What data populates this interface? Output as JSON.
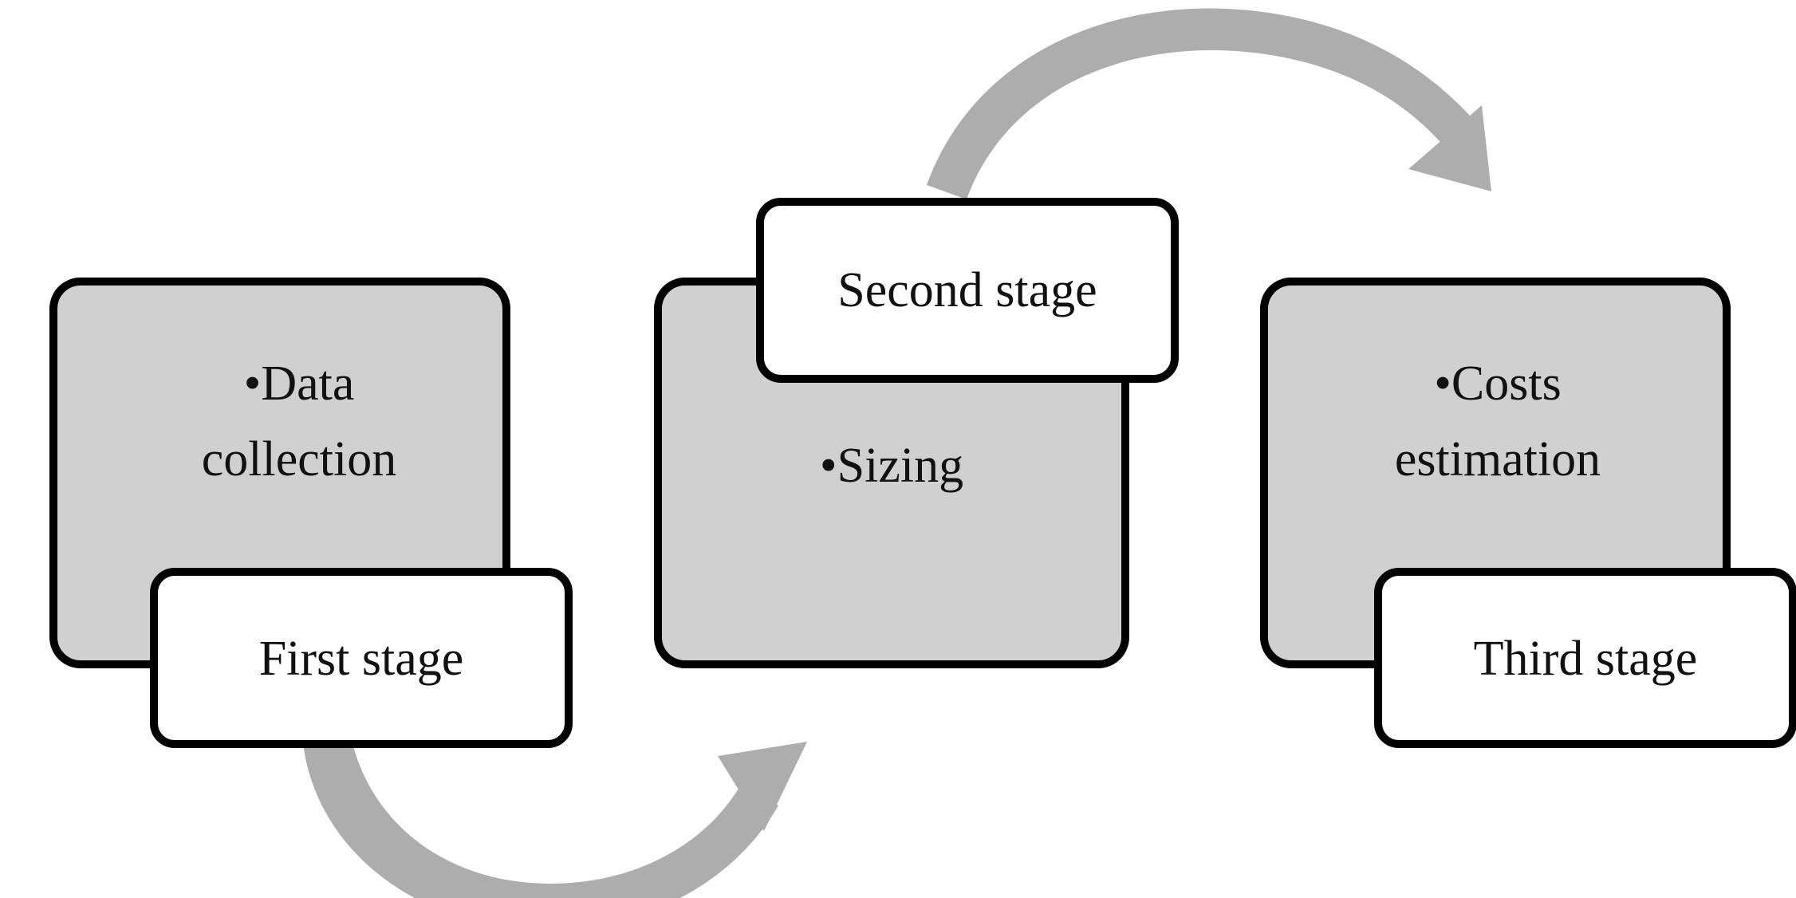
{
  "diagram": {
    "type": "process-flow",
    "title": "",
    "background_color": "#ffffff",
    "stage_fill_color": "#d0d0d0",
    "label_fill_color": "#ffffff",
    "border_color": "#000000",
    "arrow_color": "#adadad",
    "bullet_glyph": "•",
    "stages": [
      {
        "id": "stage-1",
        "label": "First stage",
        "content_line_1": "•Data",
        "content_line_2": "collection"
      },
      {
        "id": "stage-2",
        "label": "Second stage",
        "content_line_1": "•Sizing",
        "content_line_2": ""
      },
      {
        "id": "stage-3",
        "label": "Third stage",
        "content_line_1": "•Costs",
        "content_line_2": "estimation"
      }
    ],
    "connectors": [
      {
        "id": "arrow-stage1-to-stage2",
        "from": "stage-1",
        "to": "stage-2",
        "direction": "downward-curve",
        "color": "#adadad"
      },
      {
        "id": "arrow-stage2-to-stage3",
        "from": "stage-2",
        "to": "stage-3",
        "direction": "upward-curve",
        "color": "#adadad"
      }
    ]
  }
}
